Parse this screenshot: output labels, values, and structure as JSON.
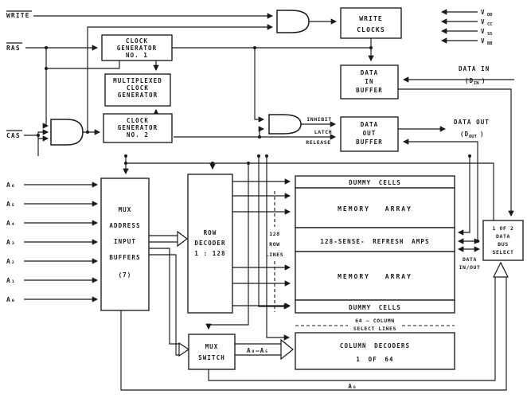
{
  "d": {
    "write": "WRITE",
    "ras": "RAS",
    "cas": "CAS",
    "cg1": [
      "CLOCK",
      "GENERATOR",
      "NO. 1"
    ],
    "mcg": [
      "MULTIPLEXED",
      "CLOCK",
      "GENERATOR"
    ],
    "cg2": [
      "CLOCK",
      "GENERATOR",
      "NO. 2"
    ],
    "wclk": [
      "WRITE",
      "CLOCKS"
    ],
    "dib": [
      "DATA",
      "IN",
      "BUFFER"
    ],
    "dob": [
      "DATA",
      "OUT",
      "BUFFER"
    ],
    "mab": [
      "MUX",
      "ADDRESS",
      "INPUT",
      "BUFFERS",
      "(7)"
    ],
    "rdec": [
      "ROW",
      "DECODER",
      "1 : 128"
    ],
    "rowlines": [
      "128",
      "ROW",
      "LINES"
    ],
    "musw": [
      "MUX",
      "SWITCH"
    ],
    "cdec": [
      "COLUMN DECODERS",
      "1 OF 64"
    ],
    "bsel": [
      "1 OF 2",
      "DATA",
      "BUS",
      "SELECT"
    ],
    "dummy_top": "DUMMY CELLS",
    "mem_top": "MEMORY ARRAY",
    "sense": "128-SENSE- REFRESH AMPS",
    "mem_bot": "MEMORY ARRAY",
    "dummy_bot": "DUMMY CELLS",
    "colsel": [
      "64 — COLUMN",
      "SELECT LINES"
    ],
    "inhibit": "INHIBIT",
    "latch": "LATCH",
    "release": "RELEASE",
    "data_in": "DATA IN",
    "din_pre": "(D",
    "din_sub": "IN",
    "din_post": ")",
    "data_out": "DATA OUT",
    "dout_pre": "(D",
    "dout_sub": "OUT",
    "dout_post": ")",
    "data_io": [
      "DATA",
      "IN/OUT"
    ],
    "a0a5": "A₀–A₅",
    "a6": "A₆",
    "addr": [
      "A₆",
      "A₅",
      "A₄",
      "A₃",
      "A₂",
      "A₁",
      "A₀"
    ],
    "pwr": [
      {
        "b": "V",
        "s": "DD"
      },
      {
        "b": "V",
        "s": "CC"
      },
      {
        "b": "V",
        "s": "SS"
      },
      {
        "b": "V",
        "s": "BB"
      }
    ],
    "colors": {
      "ink": "#1a1a1a",
      "paper": "#ffffff"
    }
  }
}
